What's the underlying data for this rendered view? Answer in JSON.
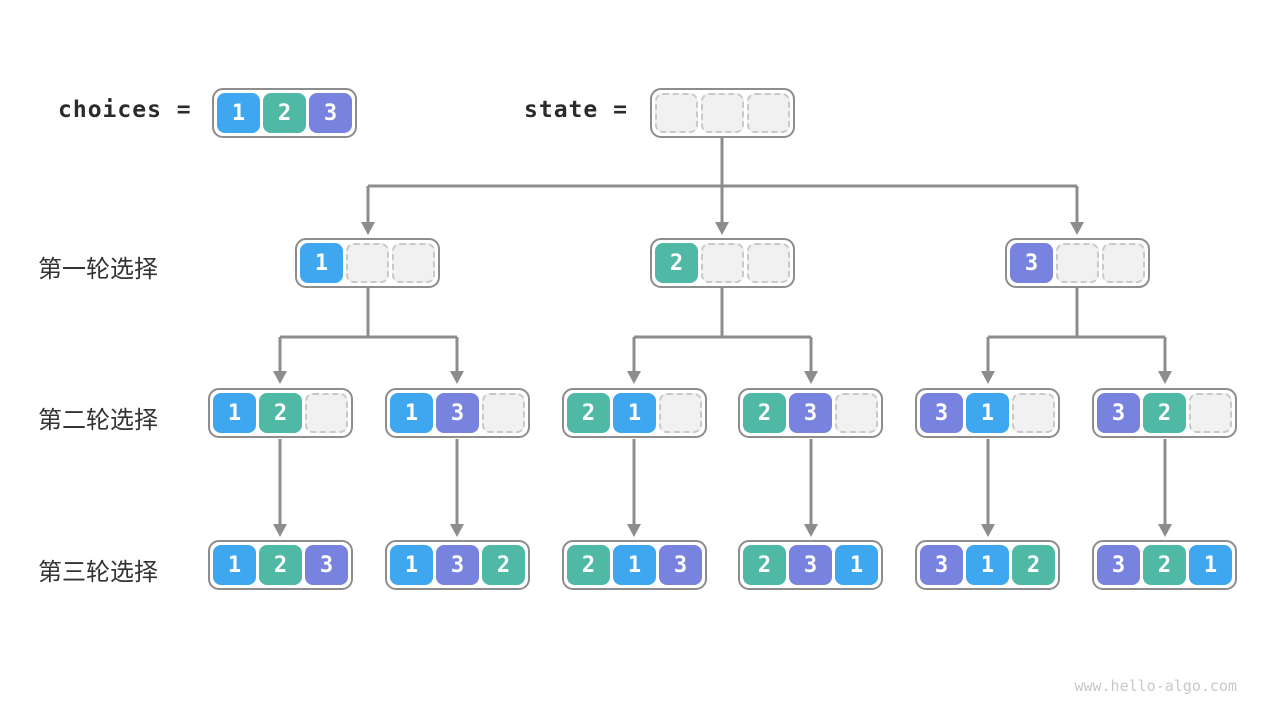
{
  "diagram": {
    "type": "permutation-backtracking-tree",
    "watermark": "www.hello-algo.com",
    "colors": {
      "value1": "#3fa7f0",
      "value2": "#50b9a5",
      "value3": "#7883e0",
      "connector": "#8d8d8d",
      "empty_cell_fill": "#f1f1f1",
      "empty_cell_border": "#c9c9c9",
      "box_border": "#8d8d8d"
    },
    "top": {
      "choices_label": "choices =",
      "choices_cells": [
        "1",
        "2",
        "3"
      ],
      "state_label": "state =",
      "state_cells": [
        "",
        "",
        ""
      ]
    },
    "rows": [
      {
        "label": "第一轮选择",
        "boxes": [
          [
            "1",
            "",
            ""
          ],
          [
            "2",
            "",
            ""
          ],
          [
            "3",
            "",
            ""
          ]
        ]
      },
      {
        "label": "第二轮选择",
        "boxes": [
          [
            "1",
            "2",
            ""
          ],
          [
            "1",
            "3",
            ""
          ],
          [
            "2",
            "1",
            ""
          ],
          [
            "2",
            "3",
            ""
          ],
          [
            "3",
            "1",
            ""
          ],
          [
            "3",
            "2",
            ""
          ]
        ]
      },
      {
        "label": "第三轮选择",
        "boxes": [
          [
            "1",
            "2",
            "3"
          ],
          [
            "1",
            "3",
            "2"
          ],
          [
            "2",
            "1",
            "3"
          ],
          [
            "2",
            "3",
            "1"
          ],
          [
            "3",
            "1",
            "2"
          ],
          [
            "3",
            "2",
            "1"
          ]
        ]
      }
    ]
  }
}
